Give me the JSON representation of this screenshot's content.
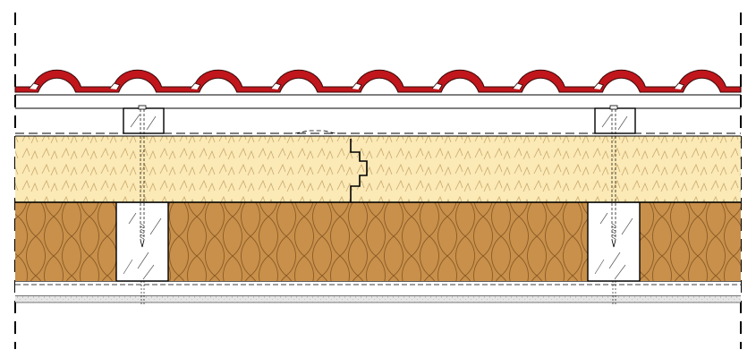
{
  "colors": {
    "tile_red": "#c0161c",
    "tile_outline": "#3a0a0a",
    "soft_insulation": "#fbe9b6",
    "soft_insulation_pattern": "#b08850",
    "wood_fibre": "#c8904a",
    "wood_fibre_pattern": "#7a4a1a",
    "timber": "#ffffff",
    "line": "#000000",
    "plaster": "#e6e6e6"
  },
  "layers": [
    {
      "id": "roof-tiles",
      "icon": "tile-wave-icon"
    },
    {
      "id": "counter-batten-space"
    },
    {
      "id": "membrane"
    },
    {
      "id": "wood-soft-insulation-board",
      "icon": "tongue-groove-joint-icon"
    },
    {
      "id": "wood-fibre-insulation-between-rafters"
    },
    {
      "id": "vapour-control-layer"
    },
    {
      "id": "interior-lining"
    }
  ],
  "rafter_count": 2,
  "batten_count": 2,
  "tile_wave_count": 9
}
